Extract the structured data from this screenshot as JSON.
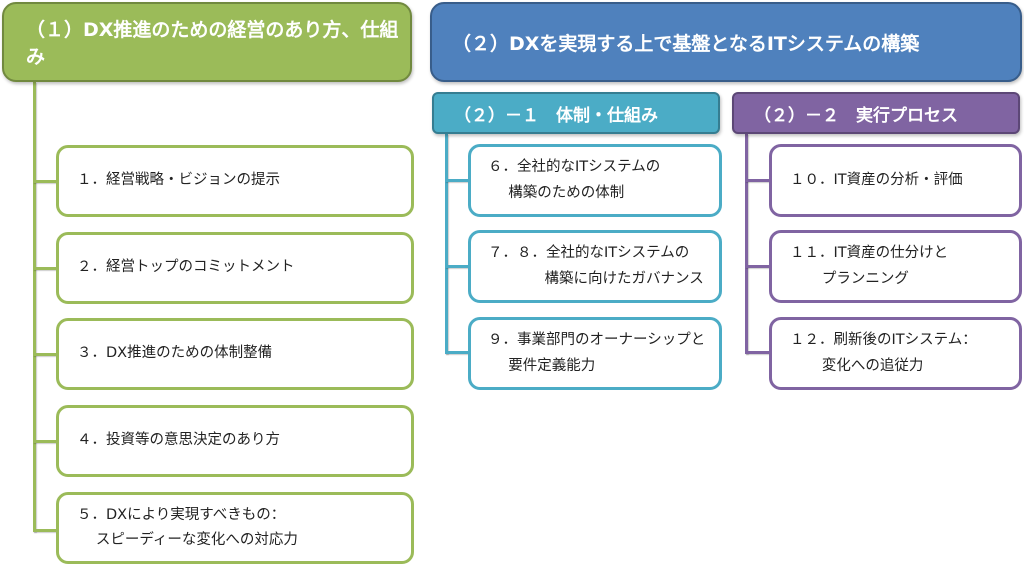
{
  "section1": {
    "title": "（１）DX推進のための経営のあり方、仕組み",
    "items": [
      {
        "line1": "１．経営戦略・ビジョンの提示",
        "line2": ""
      },
      {
        "line1": "２．経営トップのコミットメント",
        "line2": ""
      },
      {
        "line1": "３．DX推進のための体制整備",
        "line2": ""
      },
      {
        "line1": "４．投資等の意思決定のあり方",
        "line2": ""
      },
      {
        "line1": "５．DXにより実現すべきもの：",
        "line2": "スピーディーな変化への対応力"
      }
    ]
  },
  "section2": {
    "title": "（２）DXを実現する上で基盤となるITシステムの構築",
    "sub1": {
      "title": "（２）－１　体制・仕組み",
      "items": [
        {
          "line1": "６．全社的なITシステムの",
          "line2": "構築のための体制"
        },
        {
          "line1": "７．８．全社的なITシステムの",
          "line2": "構築に向けたガバナンス"
        },
        {
          "line1": "９．事業部門のオーナーシップと",
          "line2": "要件定義能力"
        }
      ]
    },
    "sub2": {
      "title": "（２）－２　実行プロセス",
      "items": [
        {
          "line1": "１０．IT資産の分析・評価",
          "line2": ""
        },
        {
          "line1": "１１．IT資産の仕分けと",
          "line2": "プランニング"
        },
        {
          "line1": "１２．刷新後のITシステム：",
          "line2": "変化への追従力"
        }
      ]
    }
  },
  "colors": {
    "green": "#9bbb59",
    "blue": "#4f81bd",
    "cyan": "#4bacc6",
    "purple": "#8064a2"
  }
}
